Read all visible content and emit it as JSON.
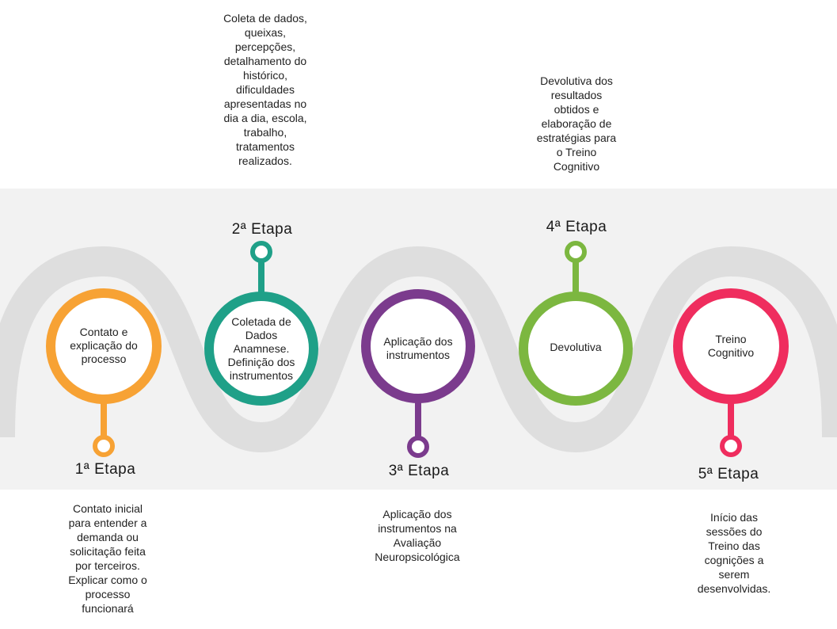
{
  "colors": {
    "orange": "#f7a234",
    "teal": "#1fa088",
    "purple": "#7b3b8d",
    "green": "#7cb740",
    "pink": "#ef2d5e",
    "road": "#dedede",
    "band": "#f2f2f2"
  },
  "steps": [
    {
      "stage": "1ª Etapa",
      "circle_text": "Contato e\nexplicação do\nprocesso",
      "description": "Contato inicial\npara entender a\ndemanda ou\nsolicitação feita\npor terceiros.\nExplicar como o\nprocesso\nfuncionará"
    },
    {
      "stage": "2ª Etapa",
      "circle_text": "Coletada de\nDados\nAnamnese.\nDefinição dos\ninstrumentos",
      "description": "Coleta de dados,\nqueixas,\npercepções,\ndetalhamento do\nhistórico,\ndificuldades\napresentadas no\ndia a dia, escola,\ntrabalho,\ntratamentos\nrealizados."
    },
    {
      "stage": "3ª Etapa",
      "circle_text": "Aplicação dos\ninstrumentos",
      "description": "Aplicação dos\ninstrumentos na\nAvaliação\nNeuropsicológica"
    },
    {
      "stage": "4ª Etapa",
      "circle_text": "Devolutiva",
      "description": "Devolutiva dos\nresultados\nobtidos e\nelaboração de\nestratégias para\no Treino\nCognitivo"
    },
    {
      "stage": "5ª Etapa",
      "circle_text": "Treino\nCognitivo",
      "description": "Início das\nsessões do\nTreino das\ncognições a\nserem\ndesenvolvidas."
    }
  ]
}
